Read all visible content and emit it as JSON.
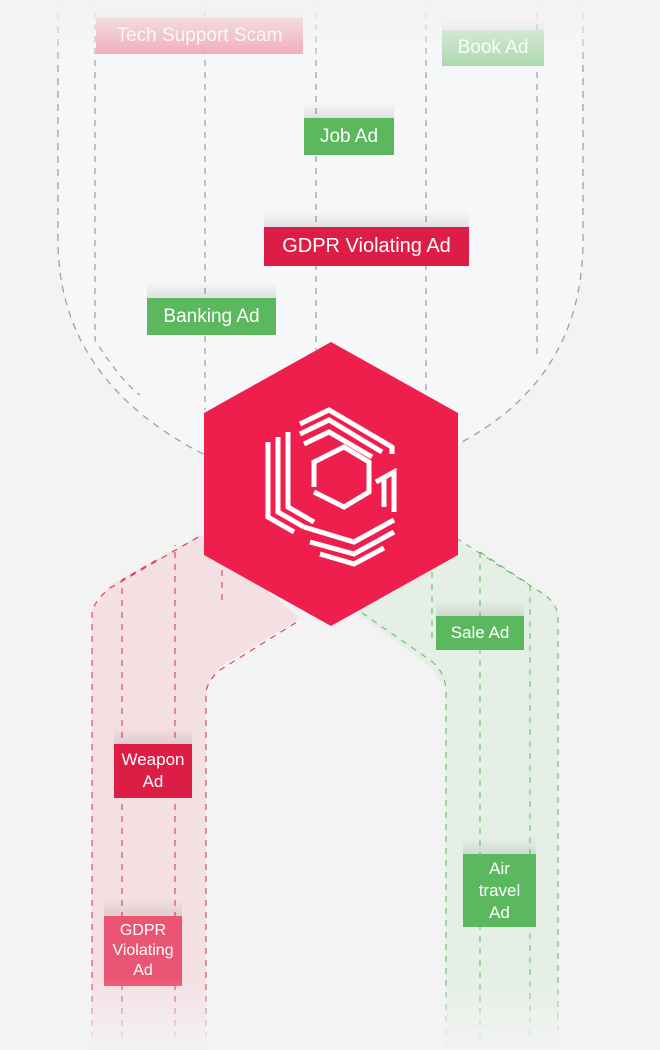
{
  "incoming_ads": [
    {
      "label": "Tech Support Scam",
      "color": "#f08aa0"
    },
    {
      "label": "Book Ad",
      "color": "#9fd3a0"
    },
    {
      "label": "Job Ad",
      "color": "#5cb85e"
    },
    {
      "label": "GDPR Violating Ad",
      "color": "#dc1d45"
    },
    {
      "label": "Banking Ad",
      "color": "#5cb85e"
    }
  ],
  "blocked_ads": [
    {
      "label": "Weapon Ad",
      "color": "#dc1d45"
    },
    {
      "label": "GDPR Violating Ad",
      "color": "#eb5574"
    }
  ],
  "allowed_ads": [
    {
      "label": "Sale Ad",
      "color": "#5cb85e"
    },
    {
      "label": "Air travel Ad",
      "color": "#5cb85e"
    }
  ],
  "logo": {
    "icon": "hexagon-brand-logo-icon",
    "color": "#ee1f4d"
  },
  "colors": {
    "allowed": "#5cb85e",
    "blocked": "#dc1d45",
    "background": "#f3f3f3",
    "funnel": "#f6f7f9"
  }
}
